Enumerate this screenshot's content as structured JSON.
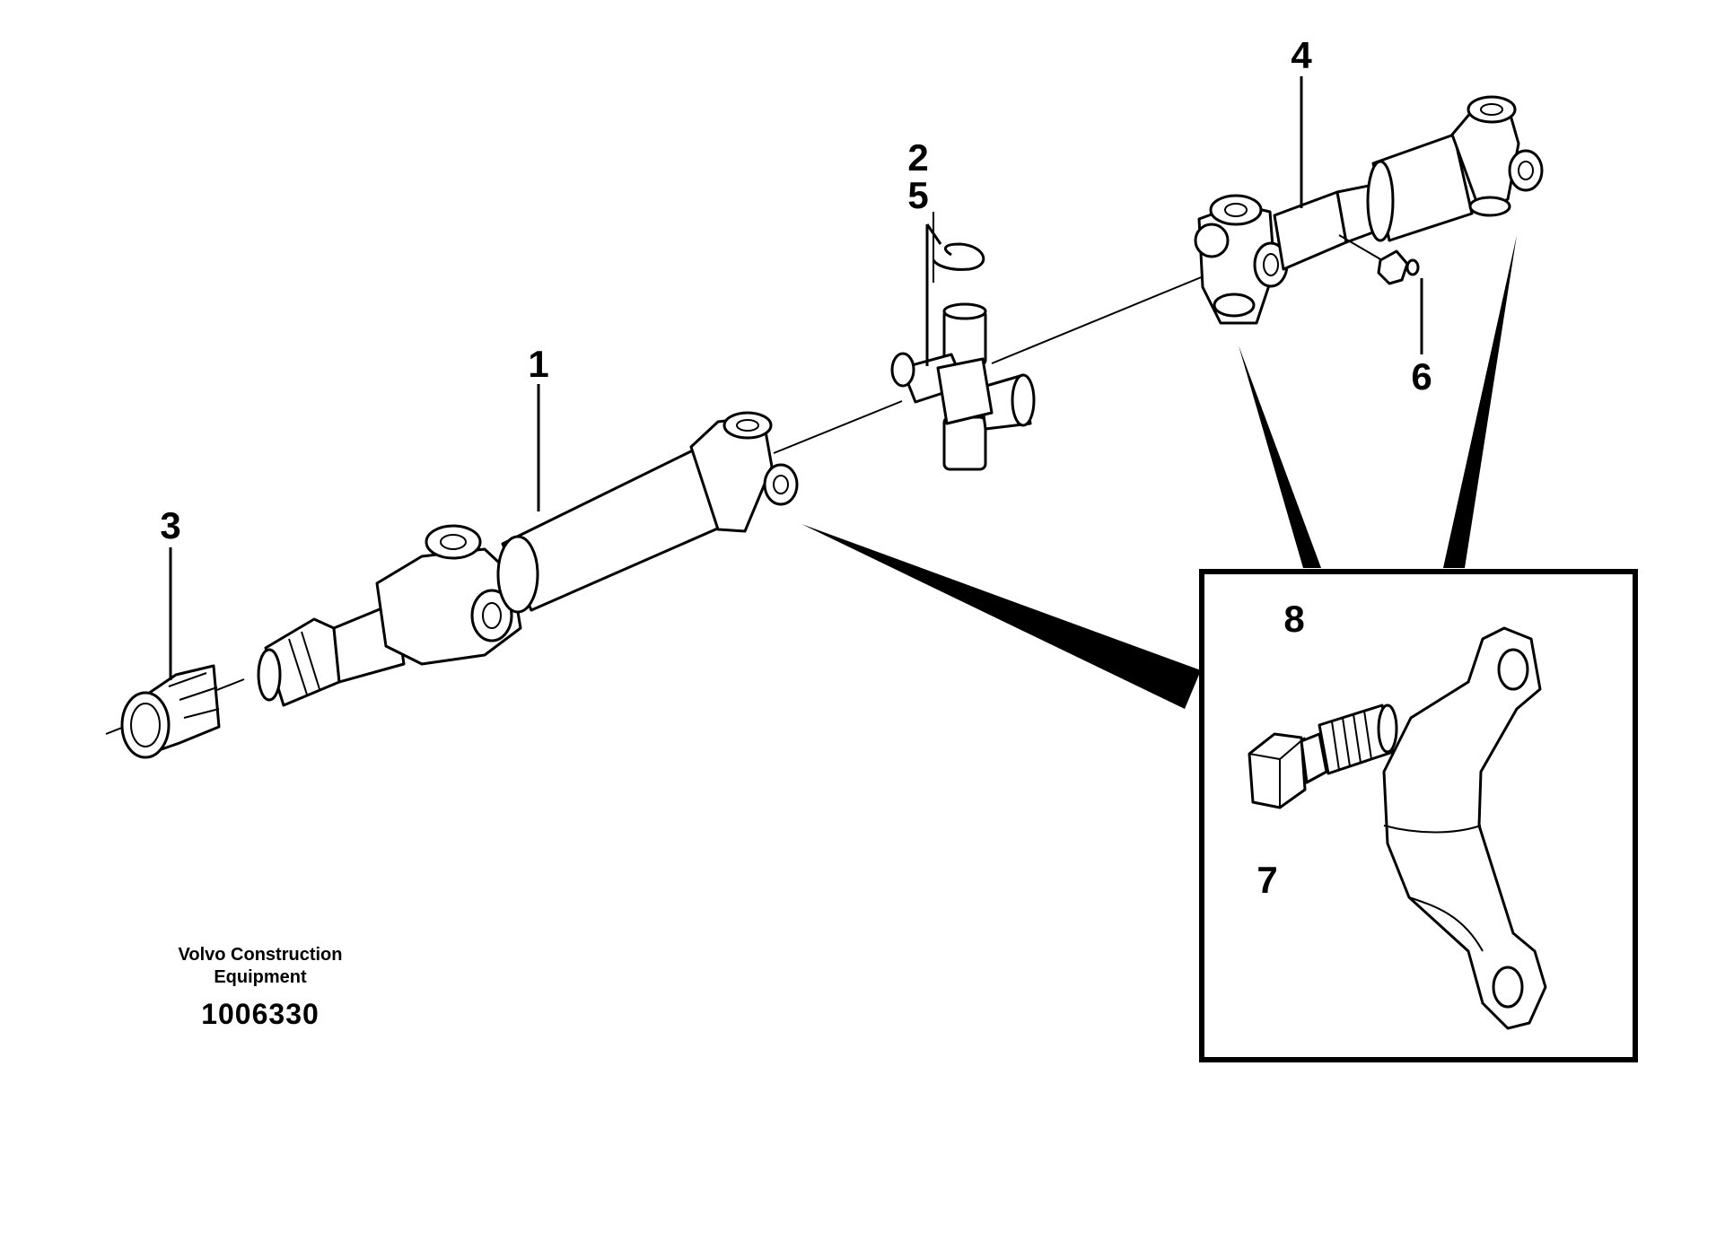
{
  "diagram": {
    "callouts": {
      "c1": "1",
      "c2": "2",
      "c3": "3",
      "c4": "4",
      "c5": "5",
      "c6": "6",
      "c7": "7",
      "c8": "8"
    },
    "manufacturer": {
      "line1": "Volvo Construction",
      "line2": "Equipment"
    },
    "drawing_number": "1006330",
    "colors": {
      "ink": "#000000",
      "paper": "#ffffff"
    }
  }
}
